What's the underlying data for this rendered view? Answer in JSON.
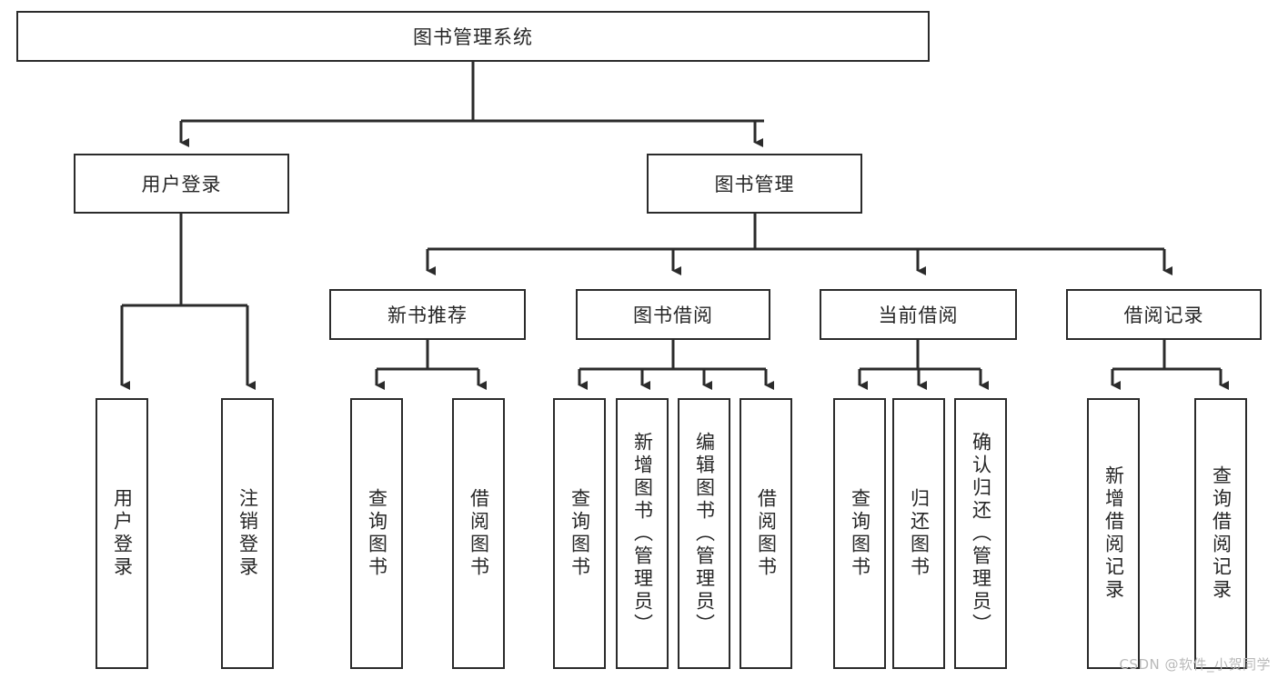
{
  "diagram": {
    "title": "图书管理系统",
    "type": "hierarchy-tree",
    "colors": {
      "border": "#2b2b2b",
      "text": "#262626",
      "background": "#ffffff",
      "watermark": "#b9b9b9"
    },
    "levels": {
      "root": {
        "label": "图书管理系统"
      },
      "level2": [
        {
          "label": "用户登录"
        },
        {
          "label": "图书管理"
        }
      ],
      "level3": [
        {
          "label": "新书推荐"
        },
        {
          "label": "图书借阅"
        },
        {
          "label": "当前借阅"
        },
        {
          "label": "借阅记录"
        }
      ],
      "leaves": {
        "user_login": [
          {
            "label": "用户登录"
          },
          {
            "label": "注销登录"
          }
        ],
        "new_book": [
          {
            "label": "查询图书"
          },
          {
            "label": "借阅图书"
          }
        ],
        "book_borrow": [
          {
            "label": "查询图书"
          },
          {
            "label": "新增图书（管理员）"
          },
          {
            "label": "编辑图书（管理员）"
          },
          {
            "label": "借阅图书"
          }
        ],
        "current_borrow": [
          {
            "label": "查询图书"
          },
          {
            "label": "归还图书"
          },
          {
            "label": "确认归还（管理员）"
          }
        ],
        "borrow_record": [
          {
            "label": "新增借阅记录"
          },
          {
            "label": "查询借阅记录"
          }
        ]
      }
    }
  },
  "watermark": {
    "text": "CSDN @软件_小贺同学"
  }
}
